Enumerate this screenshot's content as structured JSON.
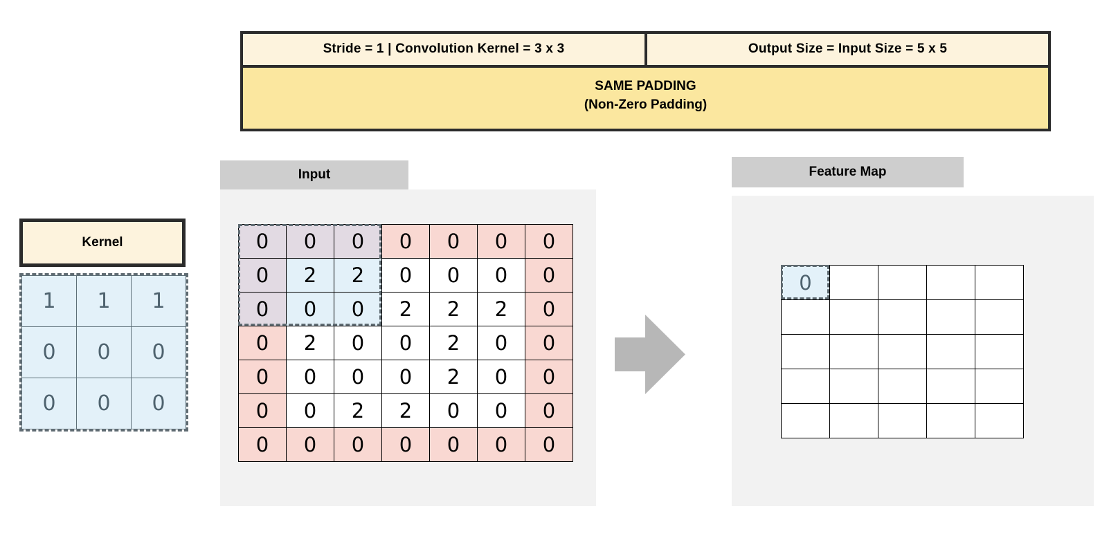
{
  "header": {
    "stride_kernel": "Stride = 1   |   Convolution Kernel = 3 x 3",
    "output_size": "Output Size = Input Size = 5 x 5",
    "padding_title": "SAME PADDING",
    "padding_subtitle": "(Non-Zero Padding)"
  },
  "kernel": {
    "title": "Kernel",
    "rows": [
      [
        "1",
        "1",
        "1"
      ],
      [
        "0",
        "0",
        "0"
      ],
      [
        "0",
        "0",
        "0"
      ]
    ]
  },
  "input": {
    "title": "Input",
    "rows": [
      [
        "0",
        "0",
        "0",
        "0",
        "0",
        "0",
        "0"
      ],
      [
        "0",
        "2",
        "2",
        "0",
        "0",
        "0",
        "0"
      ],
      [
        "0",
        "0",
        "0",
        "2",
        "2",
        "2",
        "0"
      ],
      [
        "0",
        "2",
        "0",
        "0",
        "2",
        "0",
        "0"
      ],
      [
        "0",
        "0",
        "0",
        "0",
        "2",
        "0",
        "0"
      ],
      [
        "0",
        "0",
        "2",
        "2",
        "0",
        "0",
        "0"
      ],
      [
        "0",
        "0",
        "0",
        "0",
        "0",
        "0",
        "0"
      ]
    ],
    "padding_cells": [
      [
        true,
        true,
        true,
        true,
        true,
        true,
        true
      ],
      [
        true,
        false,
        false,
        false,
        false,
        false,
        true
      ],
      [
        true,
        false,
        false,
        false,
        false,
        false,
        true
      ],
      [
        true,
        false,
        false,
        false,
        false,
        false,
        true
      ],
      [
        true,
        false,
        false,
        false,
        false,
        false,
        true
      ],
      [
        true,
        false,
        false,
        false,
        false,
        false,
        true
      ],
      [
        true,
        true,
        true,
        true,
        true,
        true,
        true
      ]
    ],
    "highlight_window": {
      "row": 0,
      "col": 0,
      "size": 3
    }
  },
  "feature_map": {
    "title": "Feature Map",
    "size": 5,
    "rows": [
      [
        "0",
        "",
        "",
        "",
        ""
      ],
      [
        "",
        "",
        "",
        "",
        ""
      ],
      [
        "",
        "",
        "",
        "",
        ""
      ],
      [
        "",
        "",
        "",
        "",
        ""
      ],
      [
        "",
        "",
        "",
        "",
        ""
      ]
    ],
    "active_cell": {
      "row": 0,
      "col": 0
    }
  },
  "arrow": {
    "name": "right-arrow",
    "color": "#b7b7b7"
  },
  "colors": {
    "header_light": "#fdf3dd",
    "header_yellow": "#fbe79f",
    "border_dark": "#2b2b2b",
    "panel_bg": "#f2f2f2",
    "panel_title_bg": "#cecece",
    "padding_cell": "#f9d8d2",
    "highlight_blue": "#e3f1f9",
    "highlight_lavender": "#e2dae3",
    "dashed_border": "#5f6b72"
  }
}
